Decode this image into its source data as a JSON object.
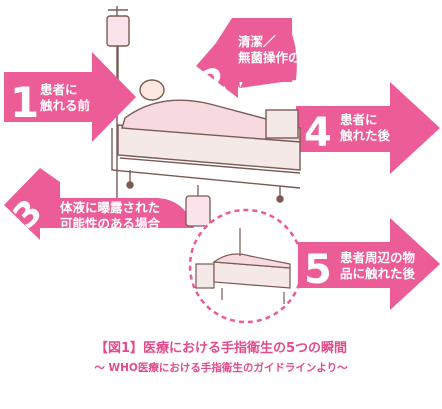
{
  "moments": [
    {
      "number": "1",
      "label": "患者に\n触れる前"
    },
    {
      "number": "2",
      "label": "清潔／\n無菌操作の前"
    },
    {
      "number": "3",
      "label": "体液に曝露された\n可能性のある場合"
    },
    {
      "number": "4",
      "label": "患者に\n触れた後"
    },
    {
      "number": "5",
      "label": "患者周辺の物\n品に触れた後"
    }
  ],
  "caption": {
    "title": "【図1】医療における手指衛生の5つの瞬間",
    "subtitle": "～ WHO医療における手指衛生のガイドラインより～"
  },
  "colors": {
    "arrow": "#ec5c97",
    "number": "#ffffff",
    "caption": "#e44b8c",
    "line": "#7a5a55"
  }
}
